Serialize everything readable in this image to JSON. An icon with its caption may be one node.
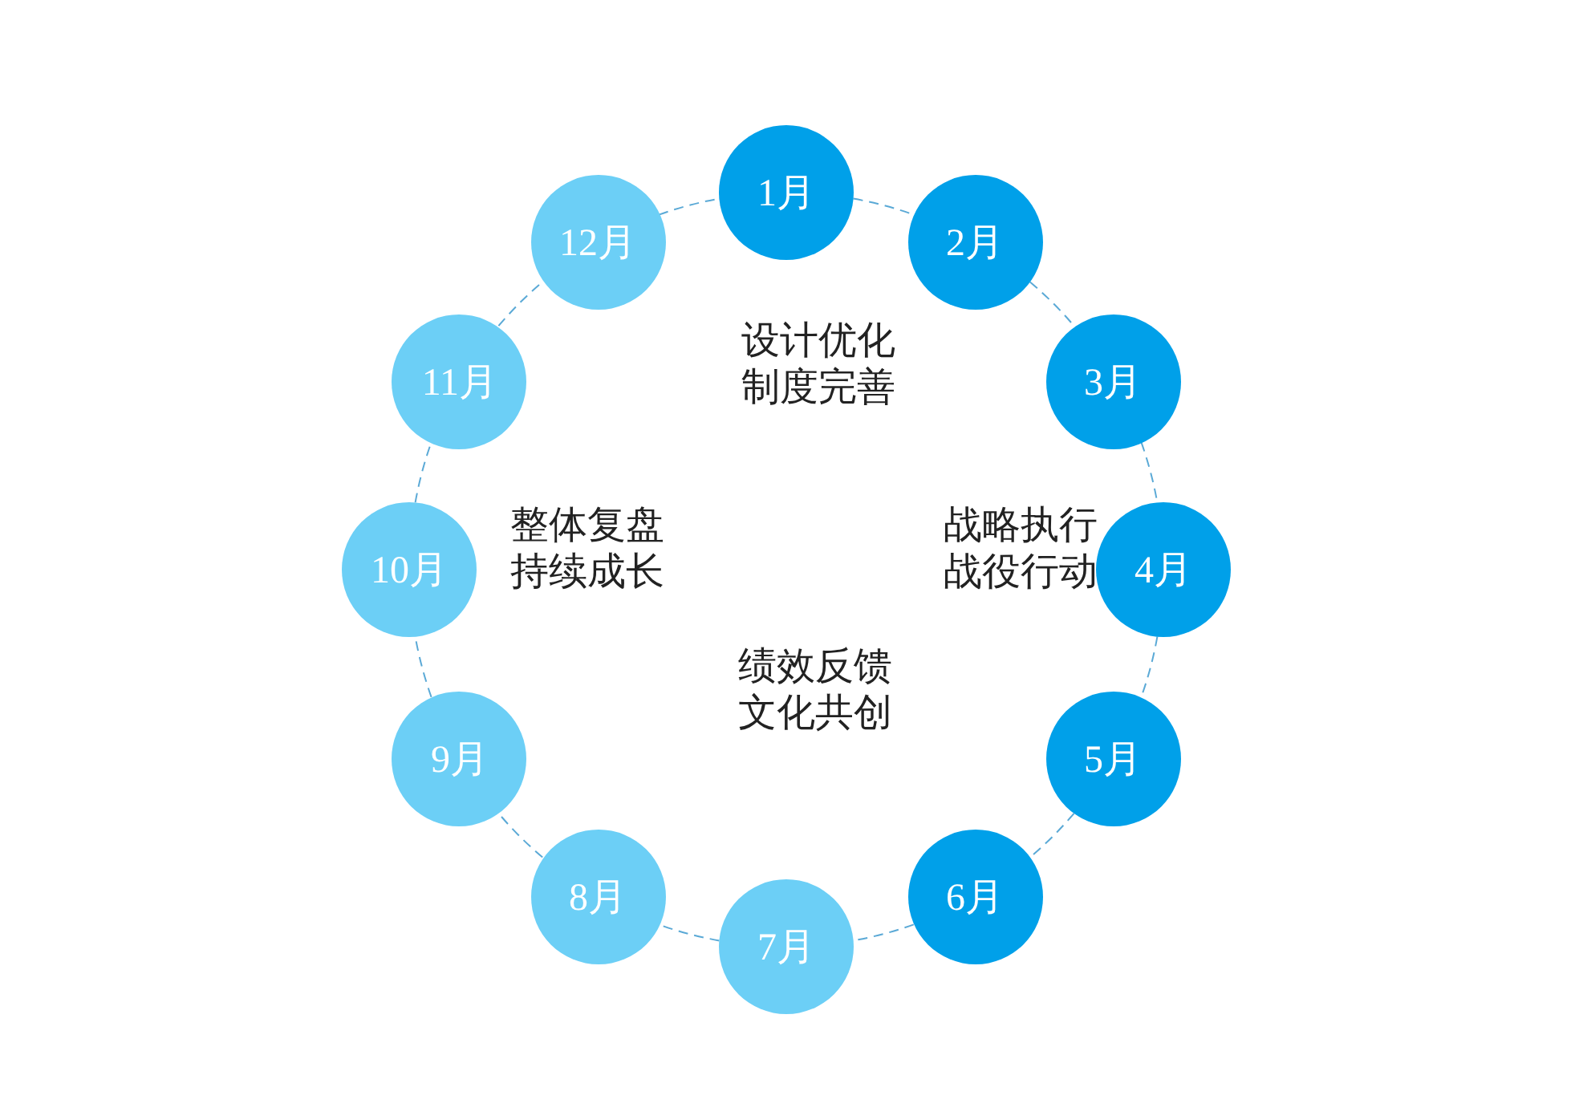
{
  "diagram": {
    "nodes": [
      {
        "text": [
          "1月"
        ]
      },
      {
        "text": [
          "2月"
        ]
      },
      {
        "text": [
          "3月"
        ]
      },
      {
        "text": [
          "4月"
        ]
      },
      {
        "text": [
          "5月"
        ]
      },
      {
        "text": [
          "6月"
        ]
      },
      {
        "text": [
          "7月"
        ]
      },
      {
        "text": [
          "8月"
        ]
      },
      {
        "text": [
          "9月"
        ]
      },
      {
        "text": [
          "10月"
        ]
      },
      {
        "text": [
          "11月"
        ]
      },
      {
        "text": [
          "12月"
        ]
      }
    ],
    "edges": [
      {
        "from": 0,
        "to": 1,
        "arrow": "none",
        "style": "dashed"
      },
      {
        "from": 1,
        "to": 2,
        "arrow": "none",
        "style": "dashed"
      },
      {
        "from": 2,
        "to": 3,
        "arrow": "none",
        "style": "dashed"
      },
      {
        "from": 3,
        "to": 4,
        "arrow": "none",
        "style": "dashed"
      },
      {
        "from": 4,
        "to": 5,
        "arrow": "none",
        "style": "dashed"
      },
      {
        "from": 5,
        "to": 6,
        "arrow": "none",
        "style": "dashed"
      },
      {
        "from": 6,
        "to": 7,
        "arrow": "none",
        "style": "dashed"
      },
      {
        "from": 7,
        "to": 8,
        "arrow": "none",
        "style": "dashed"
      },
      {
        "from": 8,
        "to": 9,
        "arrow": "none",
        "style": "dashed"
      },
      {
        "from": 9,
        "to": 10,
        "arrow": "none",
        "style": "dashed"
      },
      {
        "from": 10,
        "to": 11,
        "arrow": "none",
        "style": "dashed"
      },
      {
        "from": 11,
        "to": 0,
        "arrow": "none",
        "style": "dashed"
      }
    ],
    "labels": [
      "设计优化制度完善",
      "整体复盘持续成长",
      "战略执行战役行动",
      "绩效反馈文化共创"
    ]
  }
}
